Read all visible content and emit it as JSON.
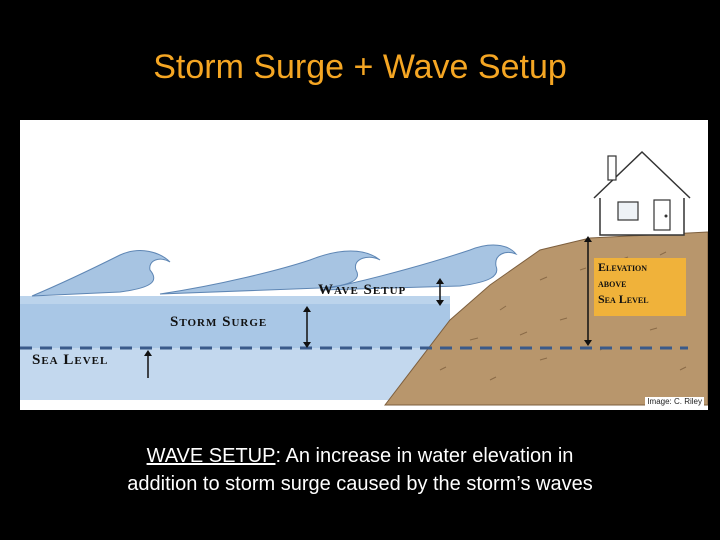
{
  "title": "Storm Surge + Wave Setup",
  "figure": {
    "labels": {
      "wave_setup": "Wave Setup",
      "storm_surge": "Storm Surge",
      "sea_level": "Sea Level",
      "elevation_line1": "Elevation",
      "elevation_line2": "above",
      "elevation_line3": "Sea Level"
    },
    "credit": "Image: C. Riley",
    "colors": {
      "water_light": "#c9dcef",
      "water_surge": "#a9c7e6",
      "land": "#b8966c",
      "label_box": "#f0b23a",
      "title": "#f5a623"
    }
  },
  "caption": {
    "term": "WAVE SETUP",
    "text_line1": ": An increase in water elevation in",
    "text_line2": "addition to storm surge caused by the storm’s waves"
  }
}
